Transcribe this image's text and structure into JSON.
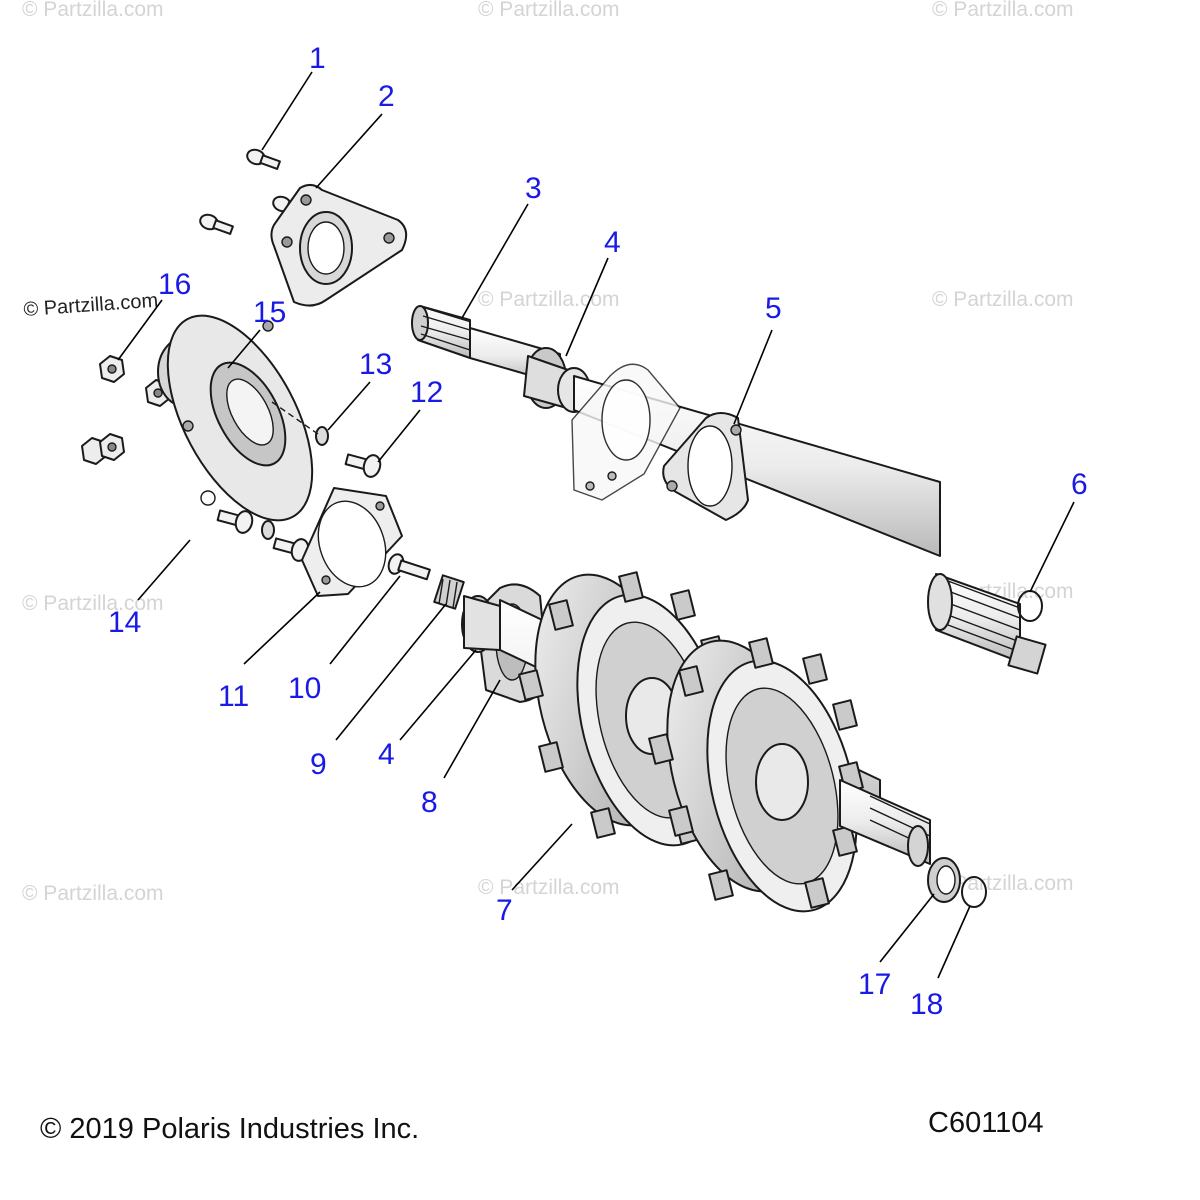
{
  "callouts": [
    {
      "label": "1"
    },
    {
      "label": "2"
    },
    {
      "label": "3"
    },
    {
      "label": "4"
    },
    {
      "label": "5"
    },
    {
      "label": "6"
    },
    {
      "label": "16"
    },
    {
      "label": "15"
    },
    {
      "label": "13"
    },
    {
      "label": "12"
    },
    {
      "label": "14"
    },
    {
      "label": "11"
    },
    {
      "label": "10"
    },
    {
      "label": "9"
    },
    {
      "label": "4"
    },
    {
      "label": "8"
    },
    {
      "label": "7"
    },
    {
      "label": "17"
    },
    {
      "label": "18"
    }
  ],
  "credit": "© Partzilla.com",
  "watermark": "© Partzilla.com",
  "footer": {
    "copyright": "© 2019 Polaris Industries Inc.",
    "diagram_code": "C601104"
  },
  "colors": {
    "callout": "#1a1ae6",
    "part_fill": "#f2f2f2",
    "part_shade": "#c8c8c8",
    "watermark": "#d4d4d4"
  }
}
